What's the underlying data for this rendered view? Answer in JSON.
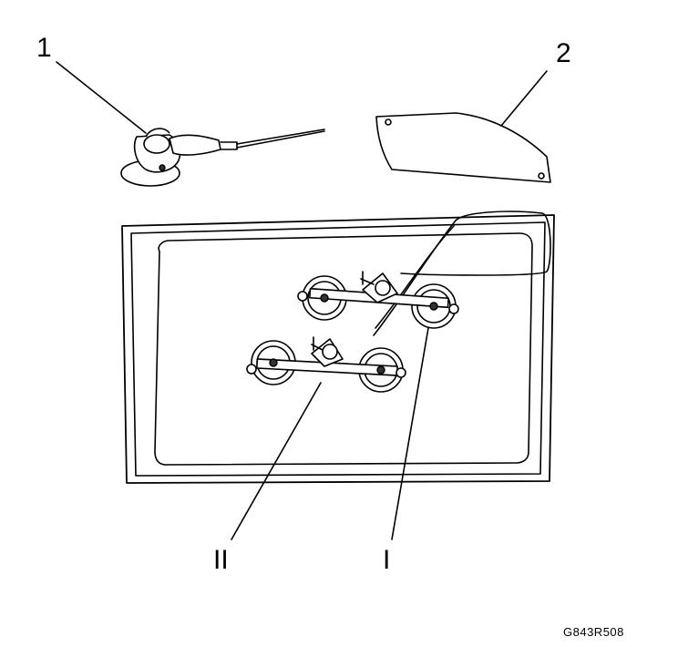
{
  "callouts": {
    "c1": "1",
    "c2": "2",
    "cII": "II",
    "cI": "I"
  },
  "figure_code": "G843R508",
  "colors": {
    "ink": "#000000",
    "background": "#ffffff"
  }
}
